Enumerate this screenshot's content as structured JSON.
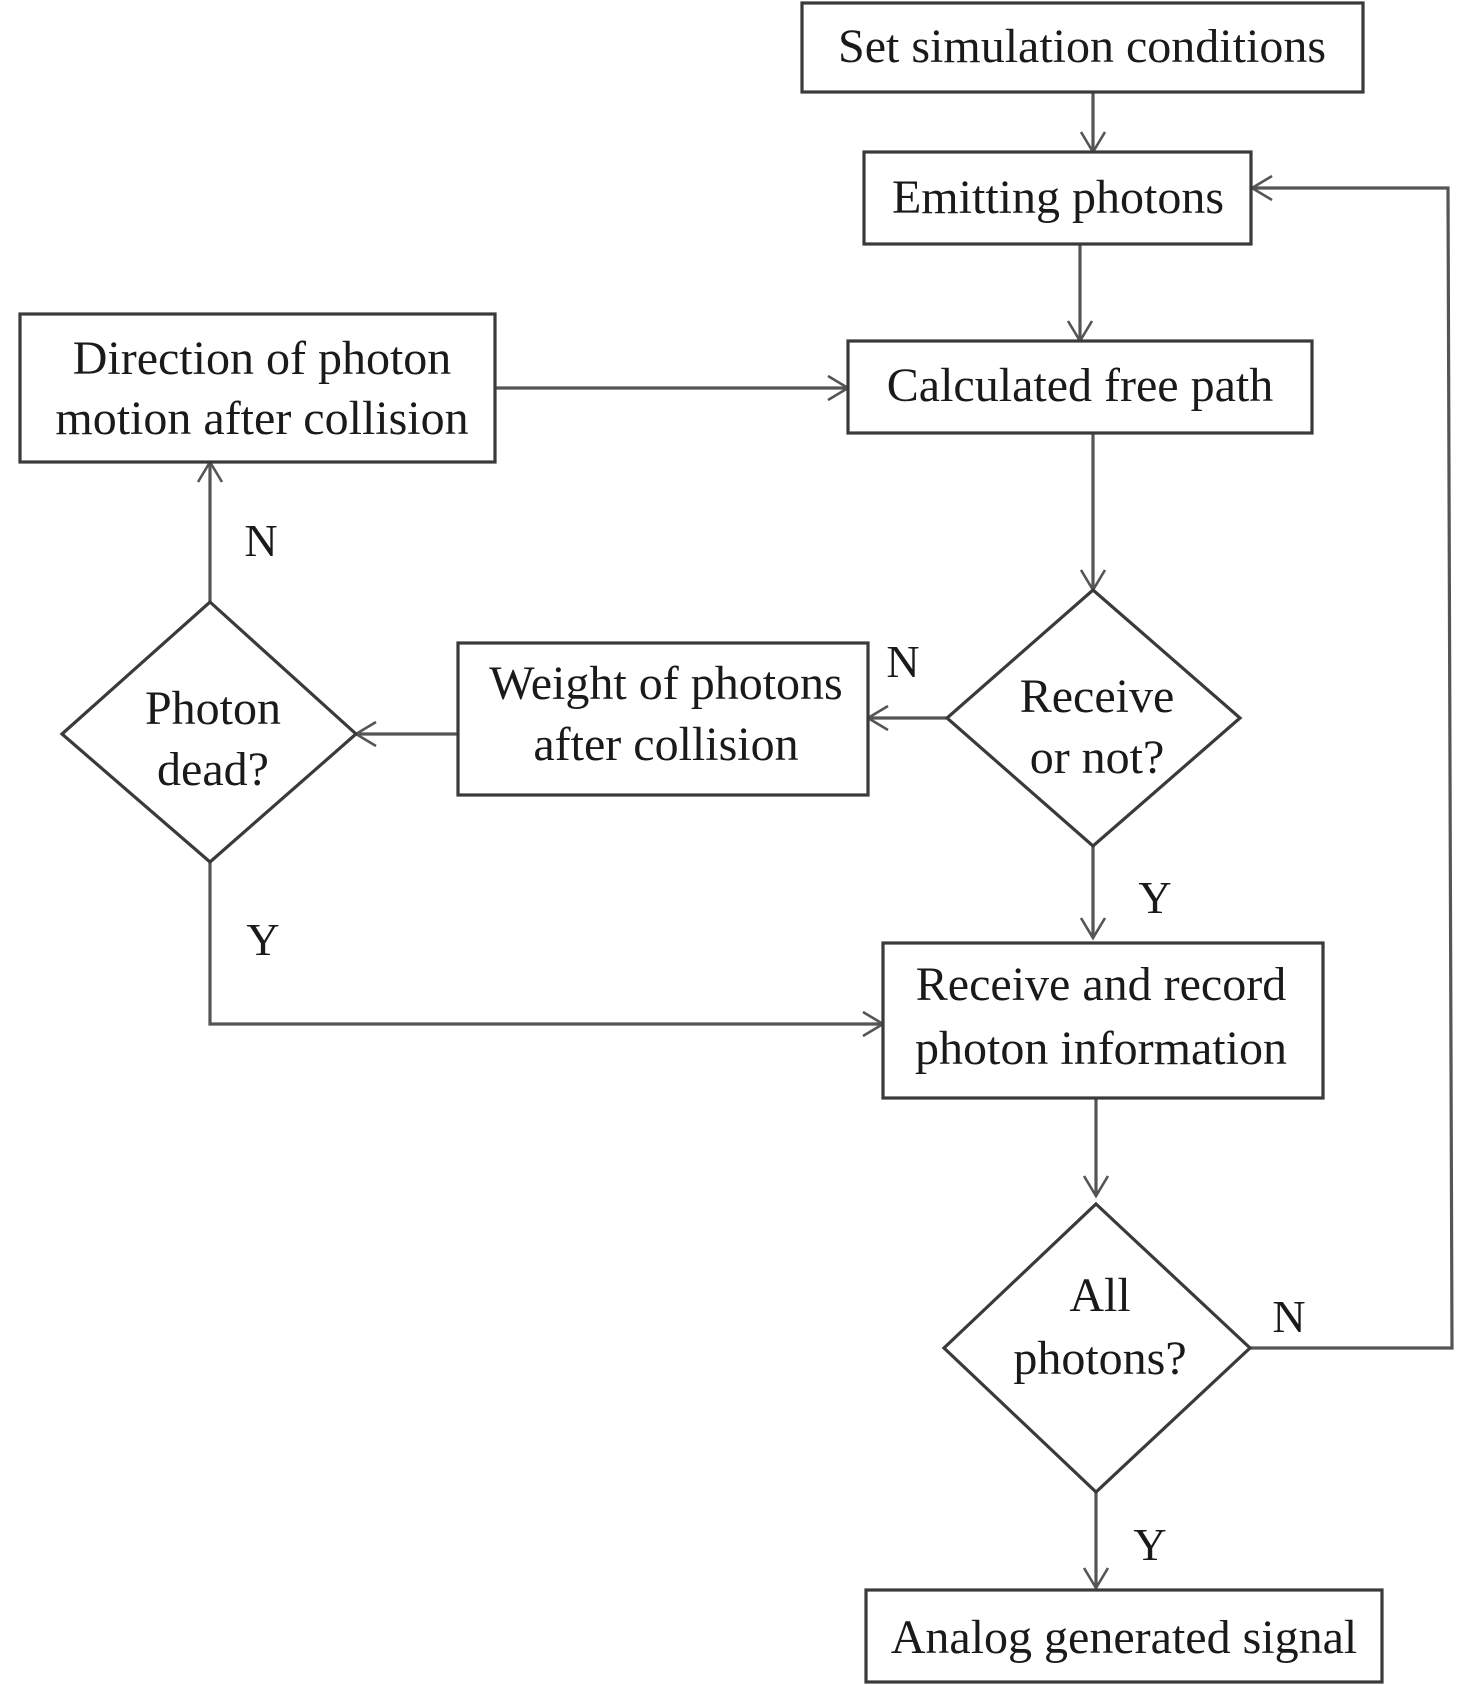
{
  "nodes": {
    "set_conditions": {
      "lines": [
        "Set simulation conditions"
      ]
    },
    "emitting": {
      "lines": [
        "Emitting photons"
      ]
    },
    "free_path": {
      "lines": [
        "Calculated free path"
      ]
    },
    "direction": {
      "lines": [
        "Direction of photon",
        "motion after collision"
      ]
    },
    "weight": {
      "lines": [
        "Weight of photons",
        "after collision"
      ]
    },
    "receive_q": {
      "lines": [
        "Receive",
        "or not?"
      ]
    },
    "dead_q": {
      "lines": [
        "Photon",
        "dead?"
      ]
    },
    "record": {
      "lines": [
        "Receive and record",
        "photon information"
      ]
    },
    "all_q": {
      "lines": [
        "All",
        "photons?"
      ]
    },
    "analog": {
      "lines": [
        "Analog generated signal"
      ]
    }
  },
  "edge_labels": {
    "dead_no": "N",
    "dead_yes": "Y",
    "receive_no": "N",
    "receive_yes": "Y",
    "all_no": "N",
    "all_yes": "Y"
  }
}
